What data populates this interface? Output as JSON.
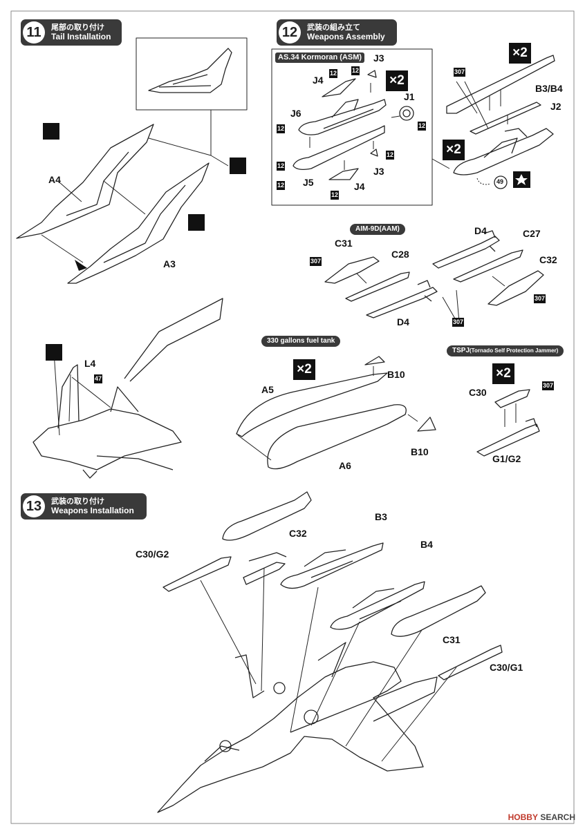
{
  "steps": [
    {
      "number": "11",
      "jp": "尾部の取り付け",
      "en": "Tail Installation"
    },
    {
      "number": "12",
      "jp": "武装の組み立て",
      "en": "Weapons Assembly"
    },
    {
      "number": "13",
      "jp": "武装の取り付け",
      "en": "Weapons Installation"
    }
  ],
  "step11": {
    "labels": {
      "a4": "A4",
      "a3": "A3",
      "l4": "L4",
      "ref47": "47"
    }
  },
  "step12": {
    "kormoran": {
      "title": "AS.34 Kormoran (ASM)",
      "x2": "×2",
      "labels": {
        "j3a": "J3",
        "j4a": "J4",
        "j1": "J1",
        "j6": "J6",
        "j5": "J5",
        "j3b": "J3",
        "j4b": "J4"
      },
      "paint12": "12"
    },
    "pylon": {
      "x2a": "×2",
      "x2b": "×2",
      "labels": {
        "b3b4": "B3/B4",
        "j2": "J2",
        "p307": "307",
        "ref49": "49"
      }
    },
    "aim9d": {
      "title": "AIM-9D(AAM)",
      "labels": {
        "c31": "C31",
        "c28": "C28",
        "d4a": "D4",
        "c27": "C27",
        "c32": "C32",
        "d4b": "D4"
      },
      "paint307": "307"
    },
    "fueltank": {
      "title": "330 gallons fuel tank",
      "x2": "×2",
      "labels": {
        "b10a": "B10",
        "a5": "A5",
        "b10b": "B10",
        "a6": "A6"
      }
    },
    "tspj": {
      "title_main": "TSPJ",
      "title_sub": "(Tornado Self Protection Jammer)",
      "x2": "×2",
      "labels": {
        "c30": "C30",
        "g1g2": "G1/G2",
        "p307": "307"
      }
    }
  },
  "step13": {
    "labels": {
      "c30g2": "C30/G2",
      "c32": "C32",
      "b3": "B3",
      "b4": "B4",
      "c31": "C31",
      "c30g1": "C30/G1"
    }
  },
  "watermark": {
    "brand": "HOBBY",
    "rest": "SEARCH"
  }
}
